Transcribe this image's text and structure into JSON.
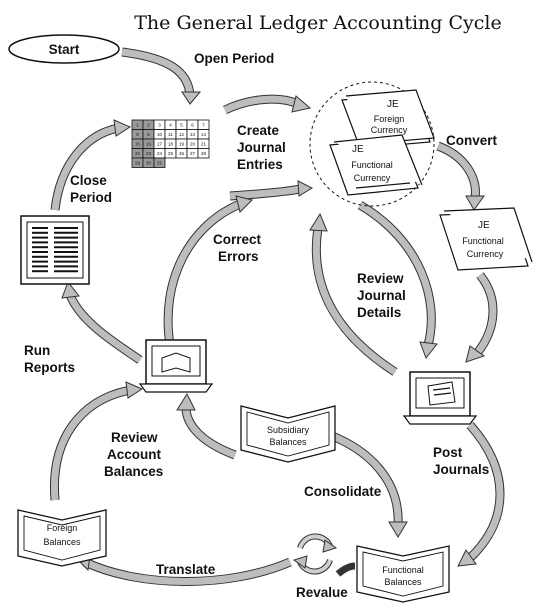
{
  "title": "The General Ledger Accounting Cycle",
  "start": "Start",
  "labels": {
    "open_period": "Open Period",
    "create": [
      "Create",
      "Journal",
      "Entries"
    ],
    "convert": "Convert",
    "close": [
      "Close",
      "Period"
    ],
    "correct": [
      "Correct",
      "Errors"
    ],
    "review_journal": [
      "Review",
      "Journal",
      "Details"
    ],
    "run_reports": [
      "Run",
      "Reports"
    ],
    "review_account": [
      "Review",
      "Account",
      "Balances"
    ],
    "post": [
      "Post",
      "Journals"
    ],
    "consolidate": "Consolidate",
    "translate": "Translate",
    "revalue": "Revalue"
  },
  "documents": {
    "je": "JE",
    "foreign_currency": [
      "Foreign",
      "Currency"
    ],
    "functional_currency": [
      "Functional",
      "Currency"
    ],
    "subsidiary_balances": [
      "Subsidiary",
      "Balances"
    ],
    "foreign_balances": [
      "Foreign",
      "Balances"
    ],
    "functional_balances": [
      "Functional",
      "Balances"
    ]
  },
  "calendar": [
    [
      "1",
      "2",
      "3",
      "4",
      "5",
      "6",
      "7"
    ],
    [
      "8",
      "9",
      "10",
      "11",
      "12",
      "13",
      "14"
    ],
    [
      "15",
      "16",
      "17",
      "18",
      "19",
      "20",
      "21"
    ],
    [
      "22",
      "23",
      "24",
      "25",
      "26",
      "27",
      "28"
    ],
    [
      "29",
      "30",
      "31",
      "",
      "",
      "",
      ""
    ]
  ]
}
